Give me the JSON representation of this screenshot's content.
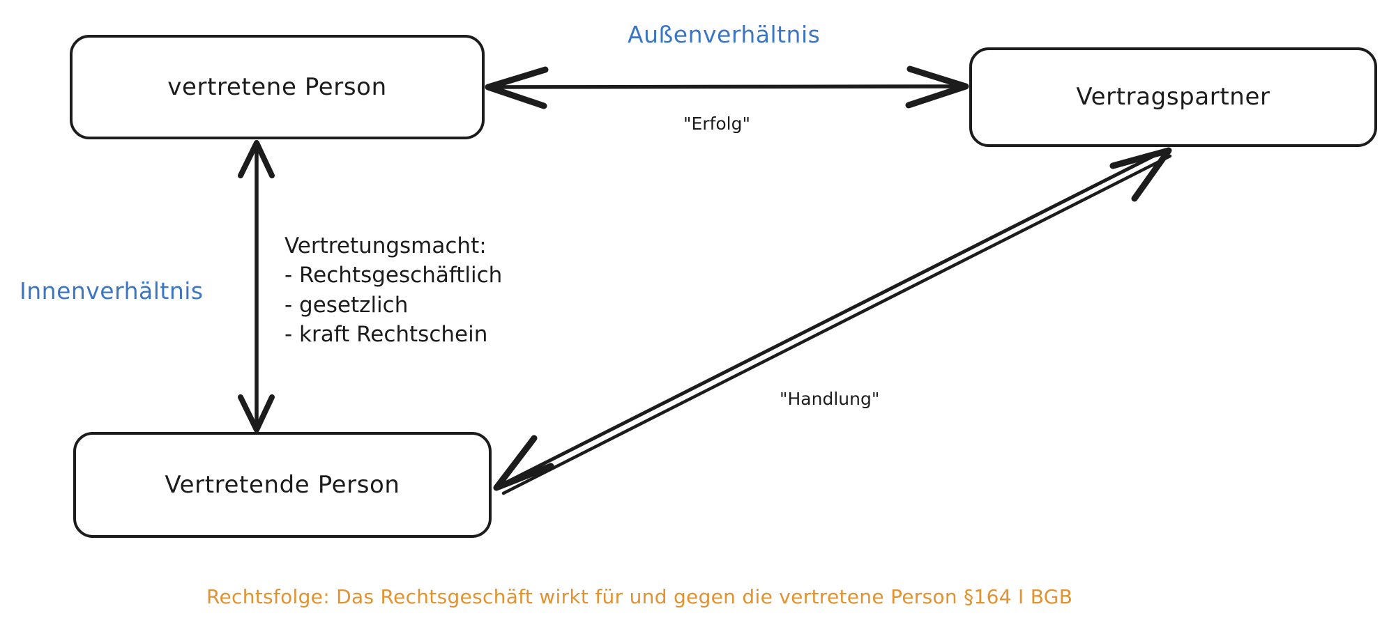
{
  "diagram": {
    "type": "legal-representation-schema",
    "background_color": "#ffffff",
    "stroke_color": "#1c1c1c",
    "relation_label_color": "#3b76c4",
    "footer_color": "#e2922f"
  },
  "nodes": [
    {
      "id": "vertretene-person",
      "label": "vertretene Person"
    },
    {
      "id": "vertragspartner",
      "label": "Vertragspartner"
    },
    {
      "id": "vertretende-person",
      "label": "Vertretende Person"
    }
  ],
  "relations": [
    {
      "id": "aussenverhaeltnis",
      "label": "Außenverhältnis"
    },
    {
      "id": "innenverhaeltnis",
      "label": "Innenverhältnis"
    }
  ],
  "edge_labels": [
    {
      "id": "erfolg",
      "label": "\"Erfolg\""
    },
    {
      "id": "handlung",
      "label": "\"Handlung\""
    }
  ],
  "note": {
    "title": "Vertretungsmacht:",
    "items": [
      "- Rechtsgeschäftlich",
      "- gesetzlich",
      "- kraft Rechtschein"
    ]
  },
  "footer": {
    "text": "Rechtsfolge: Das Rechtsgeschäft wirkt für und gegen die vertretene Person §164 I BGB"
  }
}
